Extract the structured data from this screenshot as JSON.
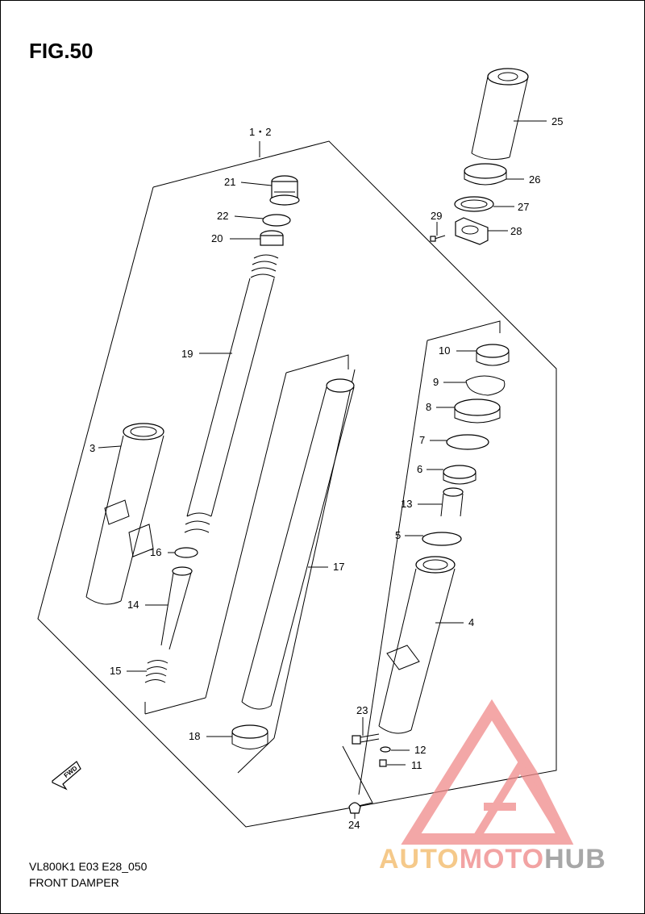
{
  "figure": {
    "title": "FIG.50",
    "model_code": "VL800K1 E03 E28_050",
    "name": "FRONT DAMPER",
    "fwd_label": "FWD"
  },
  "watermark": {
    "part1": "AUTO",
    "part2": "MOTO",
    "part3": "HUB",
    "colors": {
      "part1": "#f5c98a",
      "part2": "#f2a3a3",
      "part3": "#a7a7a7",
      "logo": "#f08a8a"
    }
  },
  "callouts": {
    "c1_2": "1・2",
    "c3": "3",
    "c4": "4",
    "c5": "5",
    "c6": "6",
    "c7": "7",
    "c8": "8",
    "c9": "9",
    "c10": "10",
    "c11": "11",
    "c12": "12",
    "c13": "13",
    "c14": "14",
    "c15": "15",
    "c16": "16",
    "c17": "17",
    "c18": "18",
    "c19": "19",
    "c20": "20",
    "c21": "21",
    "c22": "22",
    "c23": "23",
    "c24": "24",
    "c25": "25",
    "c26": "26",
    "c27": "27",
    "c28": "28",
    "c29": "29"
  }
}
